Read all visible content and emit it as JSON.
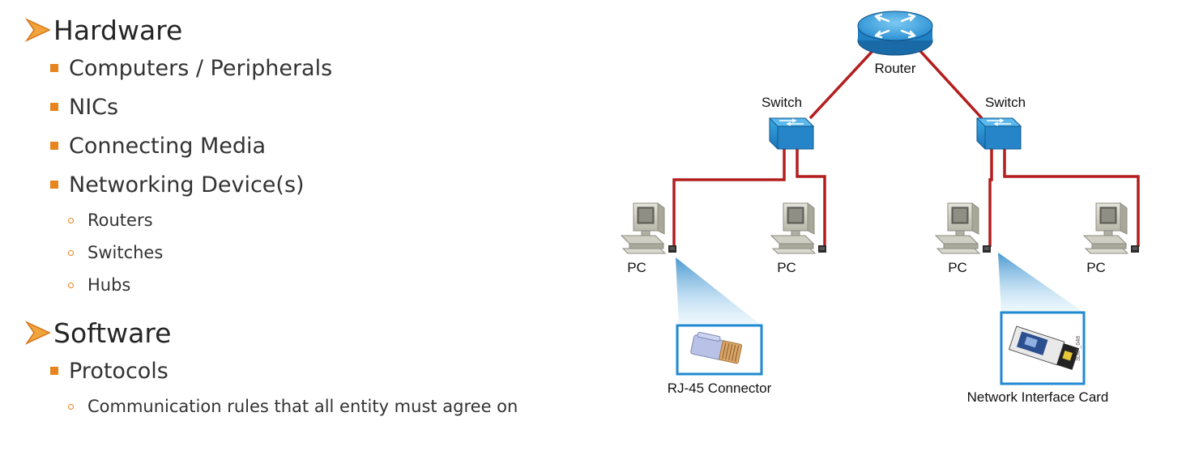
{
  "outline": {
    "hardware": {
      "heading": "Hardware",
      "items": [
        "Computers / Peripherals",
        "NICs",
        "Connecting Media",
        "Networking Device(s)"
      ],
      "devices": [
        "Routers",
        "Switches",
        "Hubs"
      ]
    },
    "software": {
      "heading": "Software",
      "items": [
        "Protocols"
      ],
      "details": [
        "Communication rules that all entity must agree on"
      ]
    }
  },
  "diagram": {
    "router_label": "Router",
    "switch_labels": [
      "Switch",
      "Switch"
    ],
    "pc_labels": [
      "PC",
      "PC",
      "PC",
      "PC"
    ],
    "callouts": [
      "RJ-45 Connector",
      "Network Interface Card"
    ],
    "nic_tag": "3DIP_048"
  },
  "colors": {
    "bullet": "#e8841e",
    "cable": "#b41e1e",
    "device_blue": "#1f8fd0",
    "callout_frame": "#1f8ad2"
  }
}
